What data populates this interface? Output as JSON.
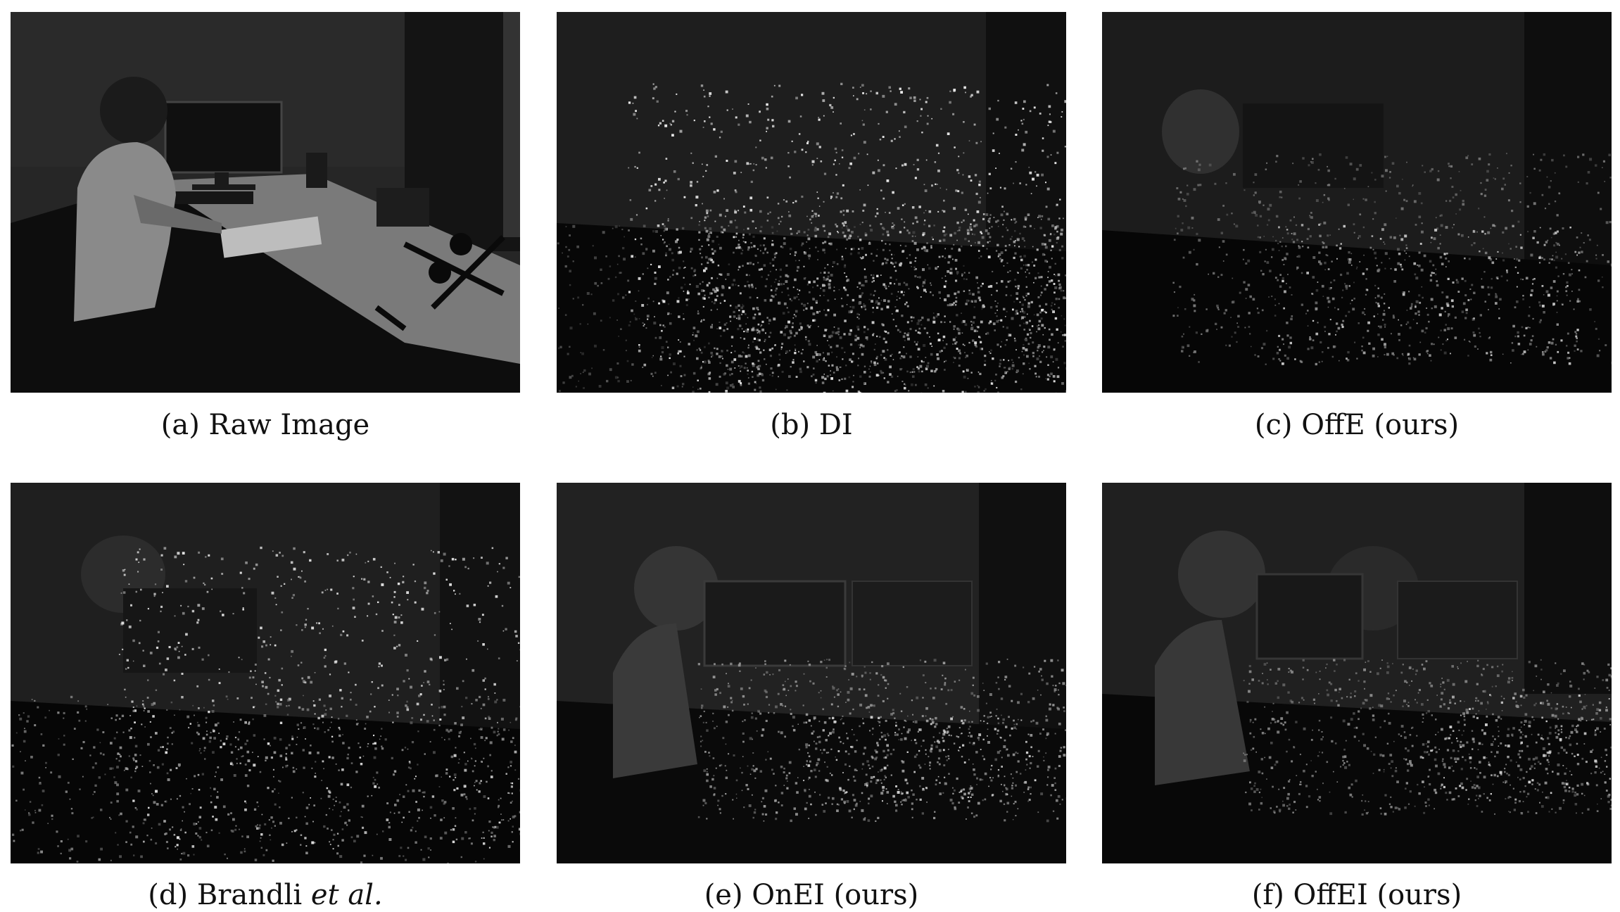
{
  "figure": {
    "panels": [
      {
        "id": "a",
        "caption": "(a) Raw Image",
        "style": "raw"
      },
      {
        "id": "b",
        "caption": "(b) DI",
        "style": "sparse"
      },
      {
        "id": "c",
        "caption": "(c) OffE (ours)",
        "style": "offe"
      },
      {
        "id": "d",
        "caption_pre": "(d) Brandli ",
        "caption_italic": "et al.",
        "style": "sparse2"
      },
      {
        "id": "e",
        "caption": "(e) OnEI (ours)",
        "style": "onei"
      },
      {
        "id": "f",
        "caption": "(f) OffEI (ours)",
        "style": "offei"
      }
    ]
  }
}
